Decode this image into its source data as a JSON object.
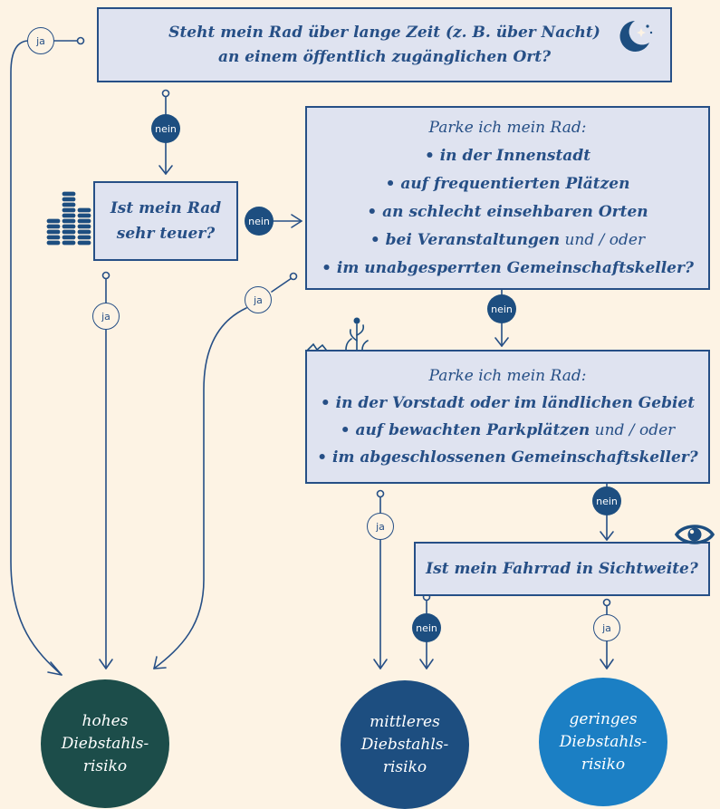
{
  "q1": {
    "line1": "Steht mein Rad über lange Zeit (z. B. über Nacht)",
    "line2": "an einem öffentlich zugänglichen Ort?"
  },
  "q2": {
    "line1": "Ist mein Rad",
    "line2": "sehr teuer?"
  },
  "q3": {
    "intro": "Parke ich mein Rad:",
    "item1": "• in der Innenstadt",
    "item2": "• auf frequentierten Plätzen",
    "item3": "• an schlecht einsehbaren Orten",
    "item4": "• bei Veranstaltungen",
    "item4_suffix": " und / oder",
    "item5": "• im unabgesperrten Gemeinschaftskeller?"
  },
  "q4": {
    "intro": "Parke ich mein Rad:",
    "item1": "• in der Vorstadt oder im ländlichen Gebiet",
    "item2": "• auf bewachten Parkplätzen",
    "item2_suffix": " und / oder",
    "item3": "• im abgeschlossenen Gemeinschaftskeller?"
  },
  "q5": {
    "text": "Ist mein Fahrrad in Sichtweite?"
  },
  "labels": {
    "ja": "ja",
    "nein": "nein"
  },
  "results": {
    "high": {
      "l1": "hohes",
      "l2": "Diebstahls-",
      "l3": "risiko",
      "color": "#1c4d4a"
    },
    "medium": {
      "l1": "mittleres",
      "l2": "Diebstahls-",
      "l3": "risiko",
      "color": "#1d4e80"
    },
    "low": {
      "l1": "geringes",
      "l2": "Diebstahls-",
      "l3": "risiko",
      "color": "#1b7fc4"
    }
  },
  "icons": {
    "q1": "moon-stars-icon",
    "q2": "coin-stacks-icon",
    "q4": "plant-icon",
    "q5": "eye-icon"
  },
  "colors": {
    "background": "#fdf3e4",
    "box_fill": "#dfe3f0",
    "stroke": "#264f86"
  }
}
